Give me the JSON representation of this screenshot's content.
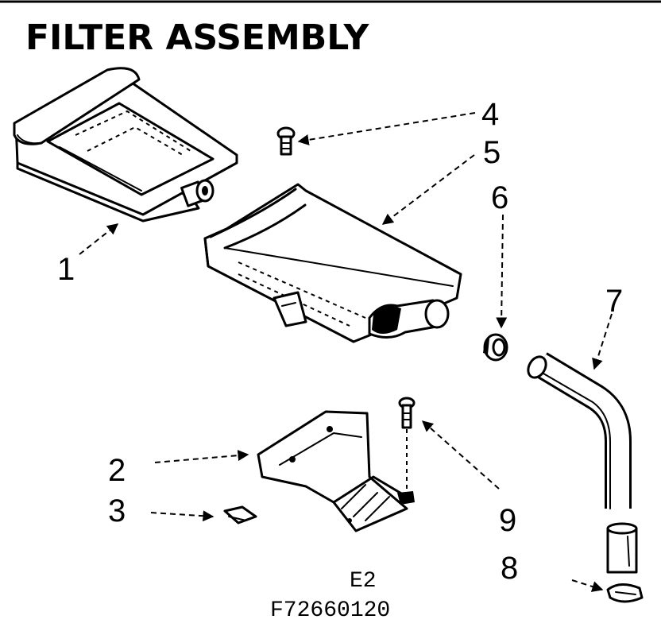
{
  "title": "FILTER ASSEMBLY",
  "callouts": [
    {
      "id": "1",
      "label": "1"
    },
    {
      "id": "2",
      "label": "2"
    },
    {
      "id": "3",
      "label": "3"
    },
    {
      "id": "4",
      "label": "4"
    },
    {
      "id": "5",
      "label": "5"
    },
    {
      "id": "6",
      "label": "6"
    },
    {
      "id": "7",
      "label": "7"
    },
    {
      "id": "8",
      "label": "8"
    },
    {
      "id": "9",
      "label": "9"
    }
  ],
  "footer": {
    "section_code": "E2",
    "figure_number": "F72660120"
  }
}
